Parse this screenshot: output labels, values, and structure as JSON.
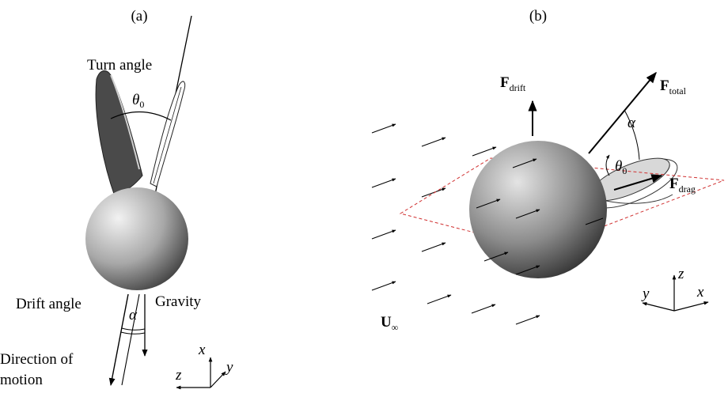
{
  "panels": {
    "a": {
      "label": "(a)",
      "turn_angle": "Turn angle",
      "theta": "θ",
      "theta_sub": "0",
      "drift_angle": "Drift angle",
      "gravity": "Gravity",
      "alpha": "α",
      "direction_line1": "Direction of",
      "direction_line2": "motion",
      "axis_x": "x",
      "axis_y": "y",
      "axis_z": "z"
    },
    "b": {
      "label": "(b)",
      "f_letter": "F",
      "drift_sub": "drift",
      "total_sub": "total",
      "drag_sub": "drag",
      "alpha": "α",
      "theta": "θ",
      "theta_sub": "0",
      "u_letter": "U",
      "u_sub": "∞",
      "axis_x": "x",
      "axis_y": "y",
      "axis_z": "z"
    }
  },
  "colors": {
    "ink": "#000000",
    "wing_dark": "#4a4a4a",
    "wing_light": "#d8d8d8",
    "plane_dash": "#d03030"
  }
}
